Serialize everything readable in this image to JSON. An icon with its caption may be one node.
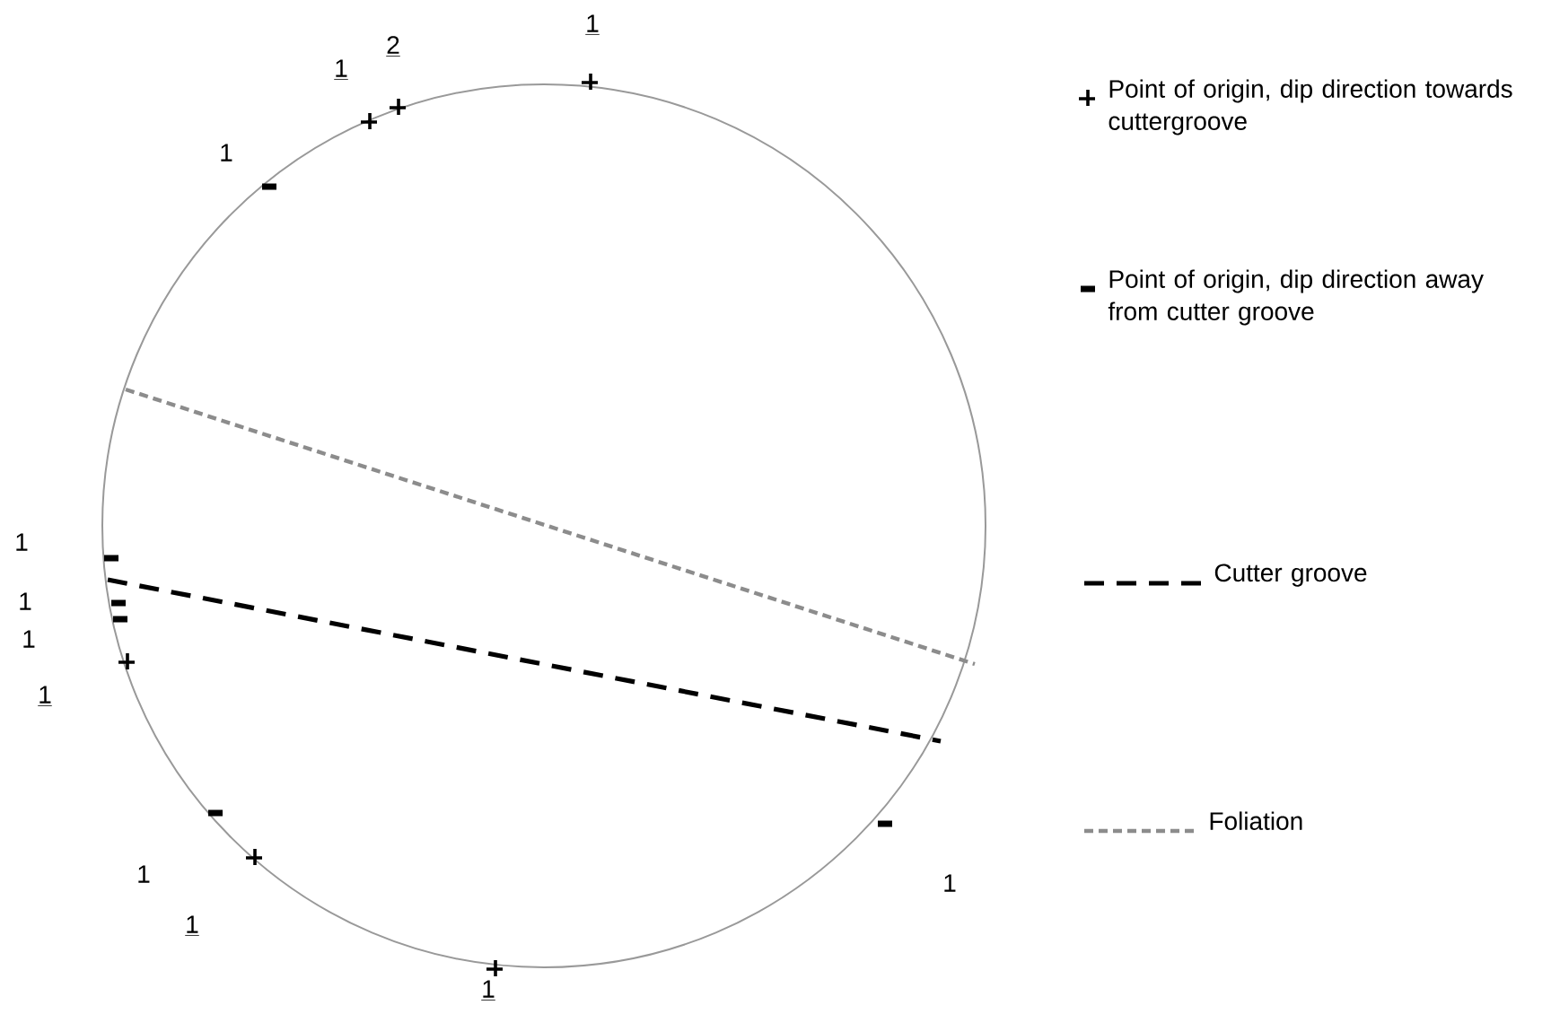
{
  "diagram": {
    "labels": [
      "1",
      "2",
      "1",
      "1",
      "1",
      "1",
      "1",
      "1",
      "1",
      "1",
      "1",
      "1"
    ],
    "legend": [
      {
        "text": "Point of origin, dip direction towards cuttergroove"
      },
      {
        "text": "Point of origin, dip direction away from cutter groove"
      },
      {
        "text": "Cutter groove"
      },
      {
        "text": "Foliation"
      }
    ]
  }
}
